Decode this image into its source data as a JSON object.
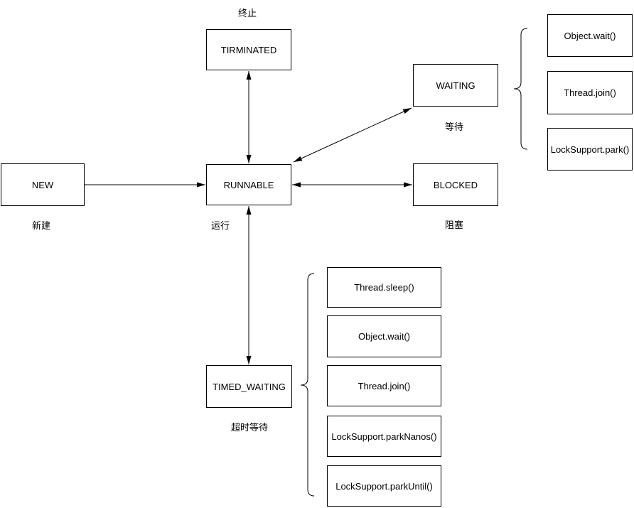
{
  "diagram_type": "java-thread-state-diagram",
  "states": {
    "terminated": {
      "label": "TIRMINATED",
      "caption": "终止"
    },
    "new": {
      "label": "NEW",
      "caption": "新建"
    },
    "runnable": {
      "label": "RUNNABLE",
      "caption": "运行"
    },
    "waiting": {
      "label": "WAITING",
      "caption": "等待"
    },
    "blocked": {
      "label": "BLOCKED",
      "caption": "阻塞"
    },
    "timed_waiting": {
      "label": "TIMED_WAITING",
      "caption": "超时等待"
    }
  },
  "waiting_methods": [
    "Object.wait()",
    "Thread.join()",
    "LockSupport.park()"
  ],
  "timed_waiting_methods": [
    "Thread.sleep()",
    "Object.wait()",
    "Thread.join()",
    "LockSupport.parkNanos()",
    "LockSupport.parkUntil()"
  ],
  "edges": [
    {
      "from": "new",
      "to": "runnable",
      "bidirectional": false
    },
    {
      "from": "runnable",
      "to": "terminated",
      "bidirectional": true
    },
    {
      "from": "runnable",
      "to": "waiting",
      "bidirectional": true
    },
    {
      "from": "runnable",
      "to": "blocked",
      "bidirectional": true
    },
    {
      "from": "runnable",
      "to": "timed_waiting",
      "bidirectional": true
    }
  ],
  "colors": {
    "line": "#000000",
    "box_border": "#000000",
    "box_fill": "#ffffff",
    "text": "#000000",
    "background": "#ffffff"
  }
}
